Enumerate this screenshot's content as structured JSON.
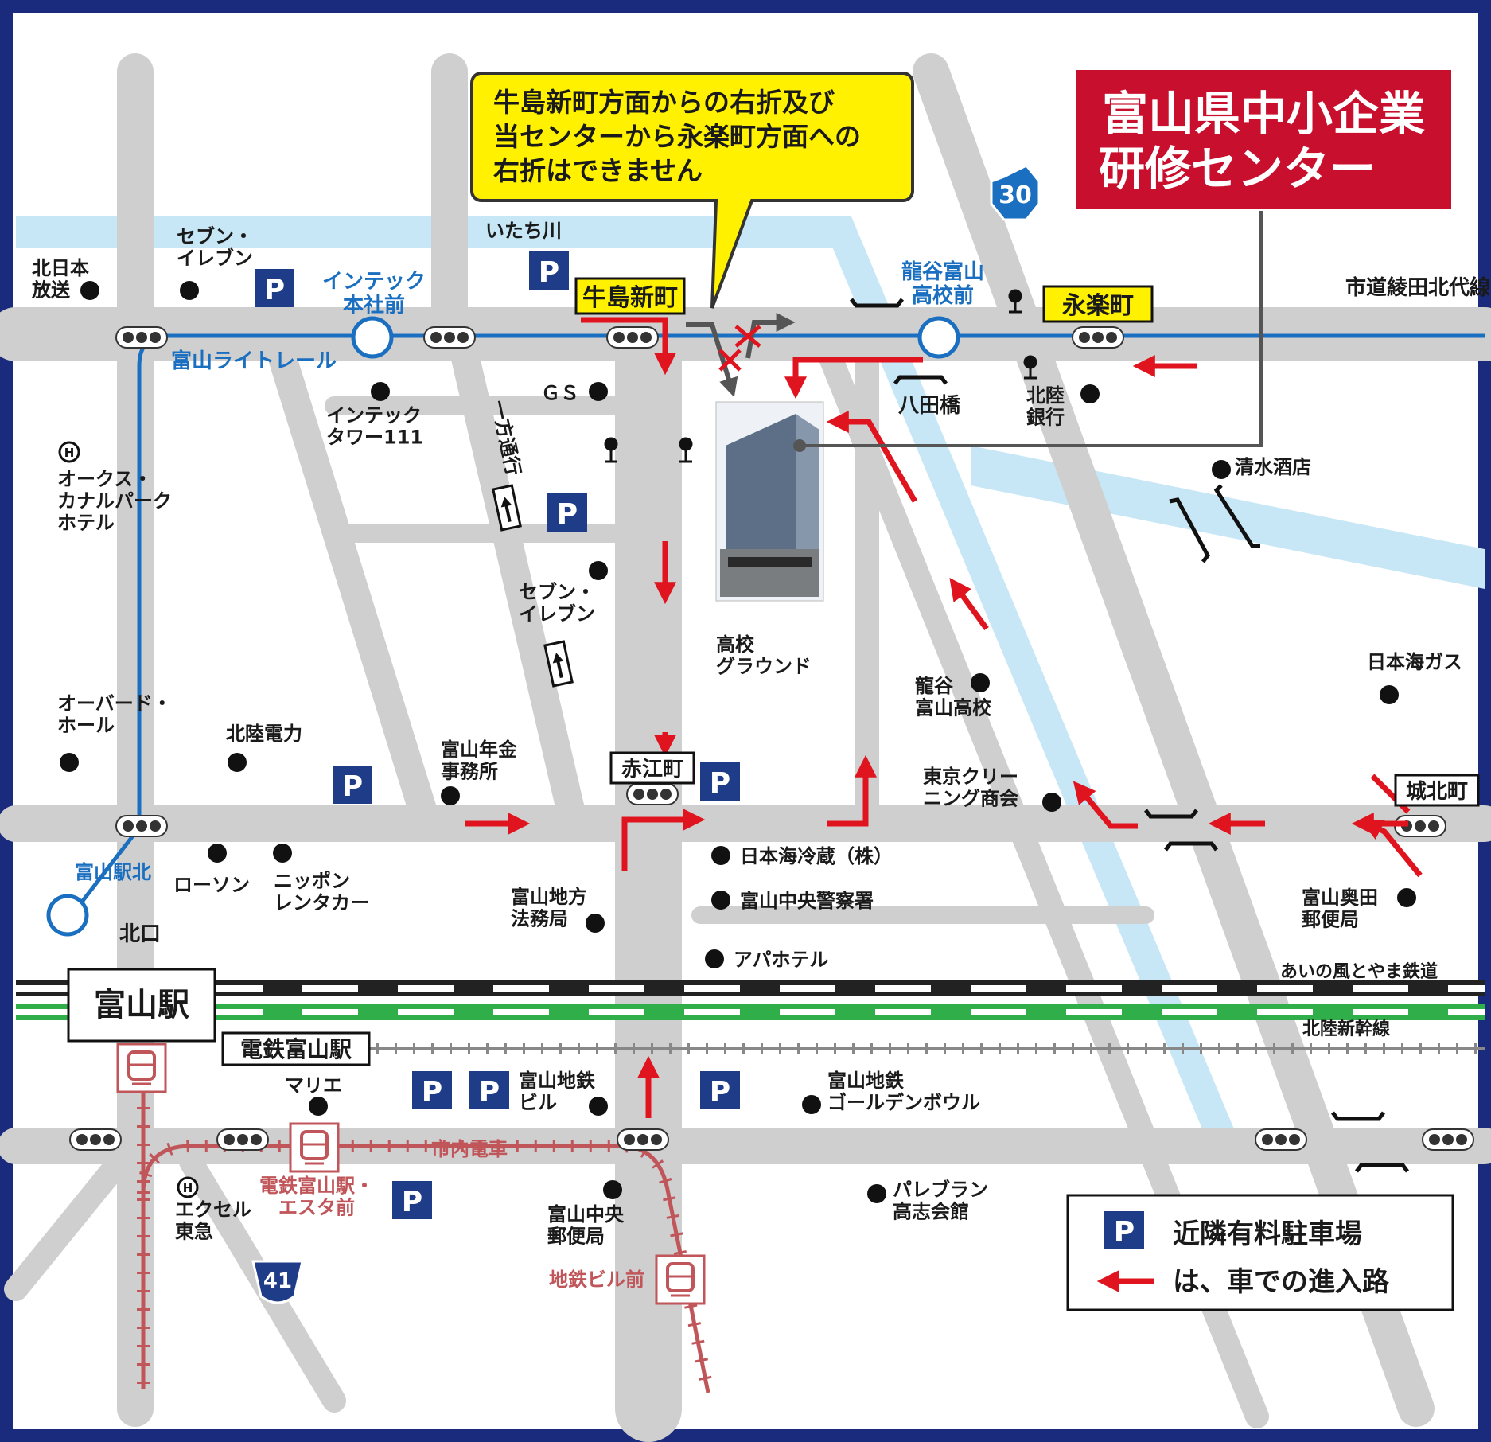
{
  "title": {
    "line1": "富山県中小企業",
    "line2": "研修センター"
  },
  "notice": {
    "line1": "牛島新町方面からの右折及び",
    "line2": "当センターから永楽町方面への",
    "line3": "右折はできません"
  },
  "route_number_30": "30",
  "route_number_41": "41",
  "roads": {
    "city_road": "市道綾田北代線",
    "one_way_1": "一方通行"
  },
  "rivers": {
    "itachi": "いたち川"
  },
  "stations": {
    "toyama": "富山駅",
    "dentetsu_toyama": "電鉄富山駅",
    "light_rail": "富山ライトレール",
    "intec_honsha": "インテック\n本社前",
    "ryukoku_mae": "龍谷富山\n高校前",
    "toyama_eki_kita": "富山駅北",
    "dentetsu_esta": "電鉄富山駅・\nエスタ前",
    "chitetsu_biru_mae": "地鉄ビル前",
    "shinai_densha": "市内電車"
  },
  "railways": {
    "ainokaze": "あいの風とやま鉄道",
    "shinkansen": "北陸新幹線"
  },
  "intersections": {
    "ushijima": "牛島新町",
    "eiraku": "永楽町",
    "akae": "赤江町",
    "johoku": "城北町",
    "hachita_bashi": "八田橋",
    "kitaguchi": "北口"
  },
  "places": {
    "kitanihon": "北日本\n放送",
    "seven1": "セブン・\nイレブン",
    "intec_tower": "インテック\nタワー111",
    "gs": "ＧＳ",
    "seven2": "セブン・\nイレブン",
    "okura": "オークス・\nカナルパーク\nホテル",
    "overd": "オーバード・\nホール",
    "hokuriku_denryoku": "北陸電力",
    "nenkin": "富山年金\n事務所",
    "lawson": "ローソン",
    "nippon_rent": "ニッポン\nレンタカー",
    "homukyoku": "富山地方\n法務局",
    "reizo": "日本海冷蔵（株）",
    "keisatsu": "富山中央警察署",
    "apa": "アパホテル",
    "hokuriku_ginko": "北陸\n銀行",
    "shimizu": "清水酒店",
    "ryukoku": "龍谷\n富山高校",
    "cleaning": "東京クリー\nニング商会",
    "gas": "日本海ガス",
    "okuda_yubin": "富山奥田\n郵便局",
    "ground": "高校\nグラウンド",
    "marie": "マリエ",
    "chitetsu_biru": "富山地鉄\nビル",
    "golden_bowl": "富山地鉄\nゴールデンボウル",
    "excel": "エクセル\n東急",
    "chuo_yubin": "富山中央\n郵便局",
    "pareburan": "パレブラン\n高志会館"
  },
  "legend": {
    "parking_icon": "P",
    "parking": "近隣有料駐車場",
    "arrow": "は、車での進入路"
  },
  "colors": {
    "road": "#cfcfcf",
    "river": "#c7e7f6",
    "brand_red": "#c8102e",
    "notice_yellow": "#fff100",
    "light_rail_blue": "#1a6fc0",
    "tram_pink": "#c0565a",
    "frame_navy": "#1a2a7c",
    "parking_blue": "#1f3c88",
    "green_line": "#2fae4a"
  }
}
